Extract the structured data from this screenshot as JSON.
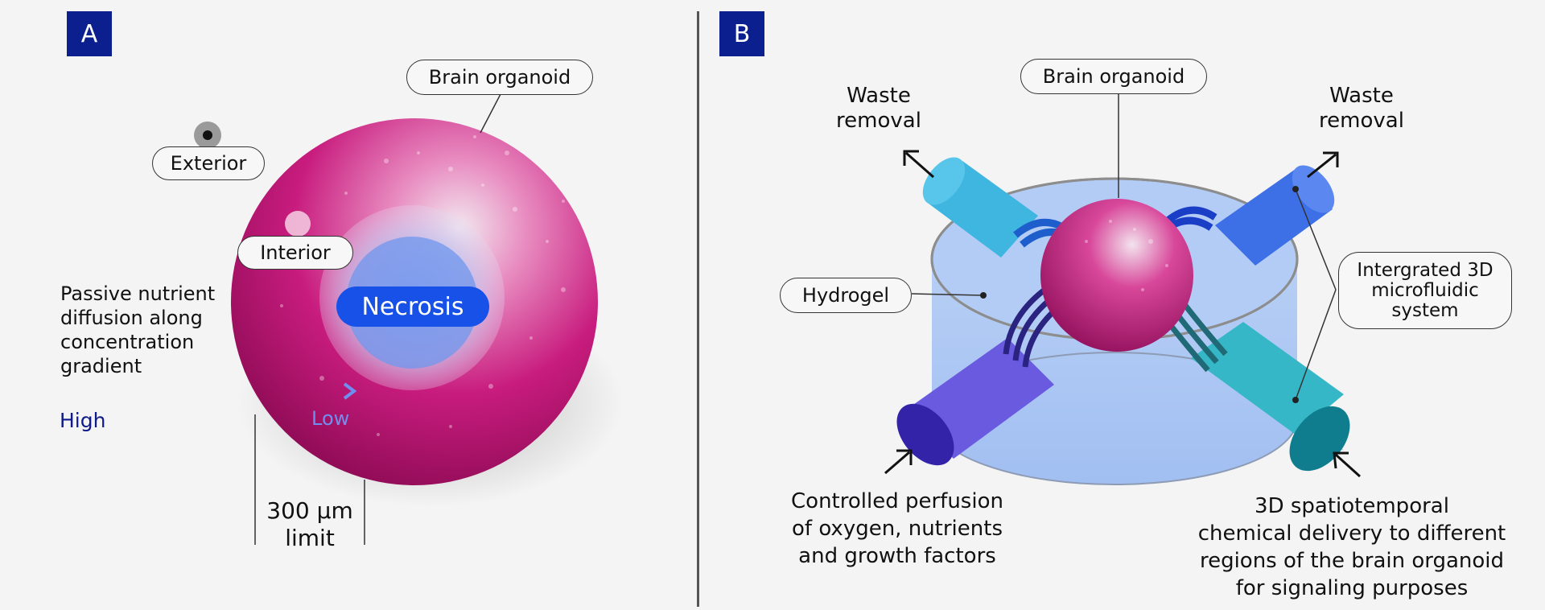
{
  "panel_a": {
    "badge": "A",
    "brain_organoid": "Brain organoid",
    "exterior": "Exterior",
    "interior": "Interior",
    "necrosis": "Necrosis",
    "diffusion_lines": [
      "Passive nutrient",
      "diffusion along",
      "concentration",
      "gradient"
    ],
    "high": "High",
    "low": "Low",
    "limit_lines": [
      "300 µm",
      "limit"
    ]
  },
  "panel_b": {
    "badge": "B",
    "brain_organoid": "Brain organoid",
    "waste_left": [
      "Waste",
      "removal"
    ],
    "waste_right": [
      "Waste",
      "removal"
    ],
    "hydrogel": "Hydrogel",
    "microfluidic_lines": [
      "Intergrated 3D",
      "microfluidic",
      "system"
    ],
    "perfusion_lines": [
      "Controlled perfusion",
      "of oxygen, nutrients",
      "and growth factors"
    ],
    "delivery_lines": [
      "3D spatiotemporal",
      "chemical delivery to different",
      "regions of the brain organoid",
      "for signaling purposes"
    ]
  },
  "colors": {
    "badge": "#0b1f8f",
    "organoid_pink": "#c2187a",
    "necrosis_blue": "#1751e8",
    "hydrogel_blue": "#a9c6f3",
    "gradient_dark": "#0f1a8a",
    "gradient_light": "#6f8ff0"
  }
}
